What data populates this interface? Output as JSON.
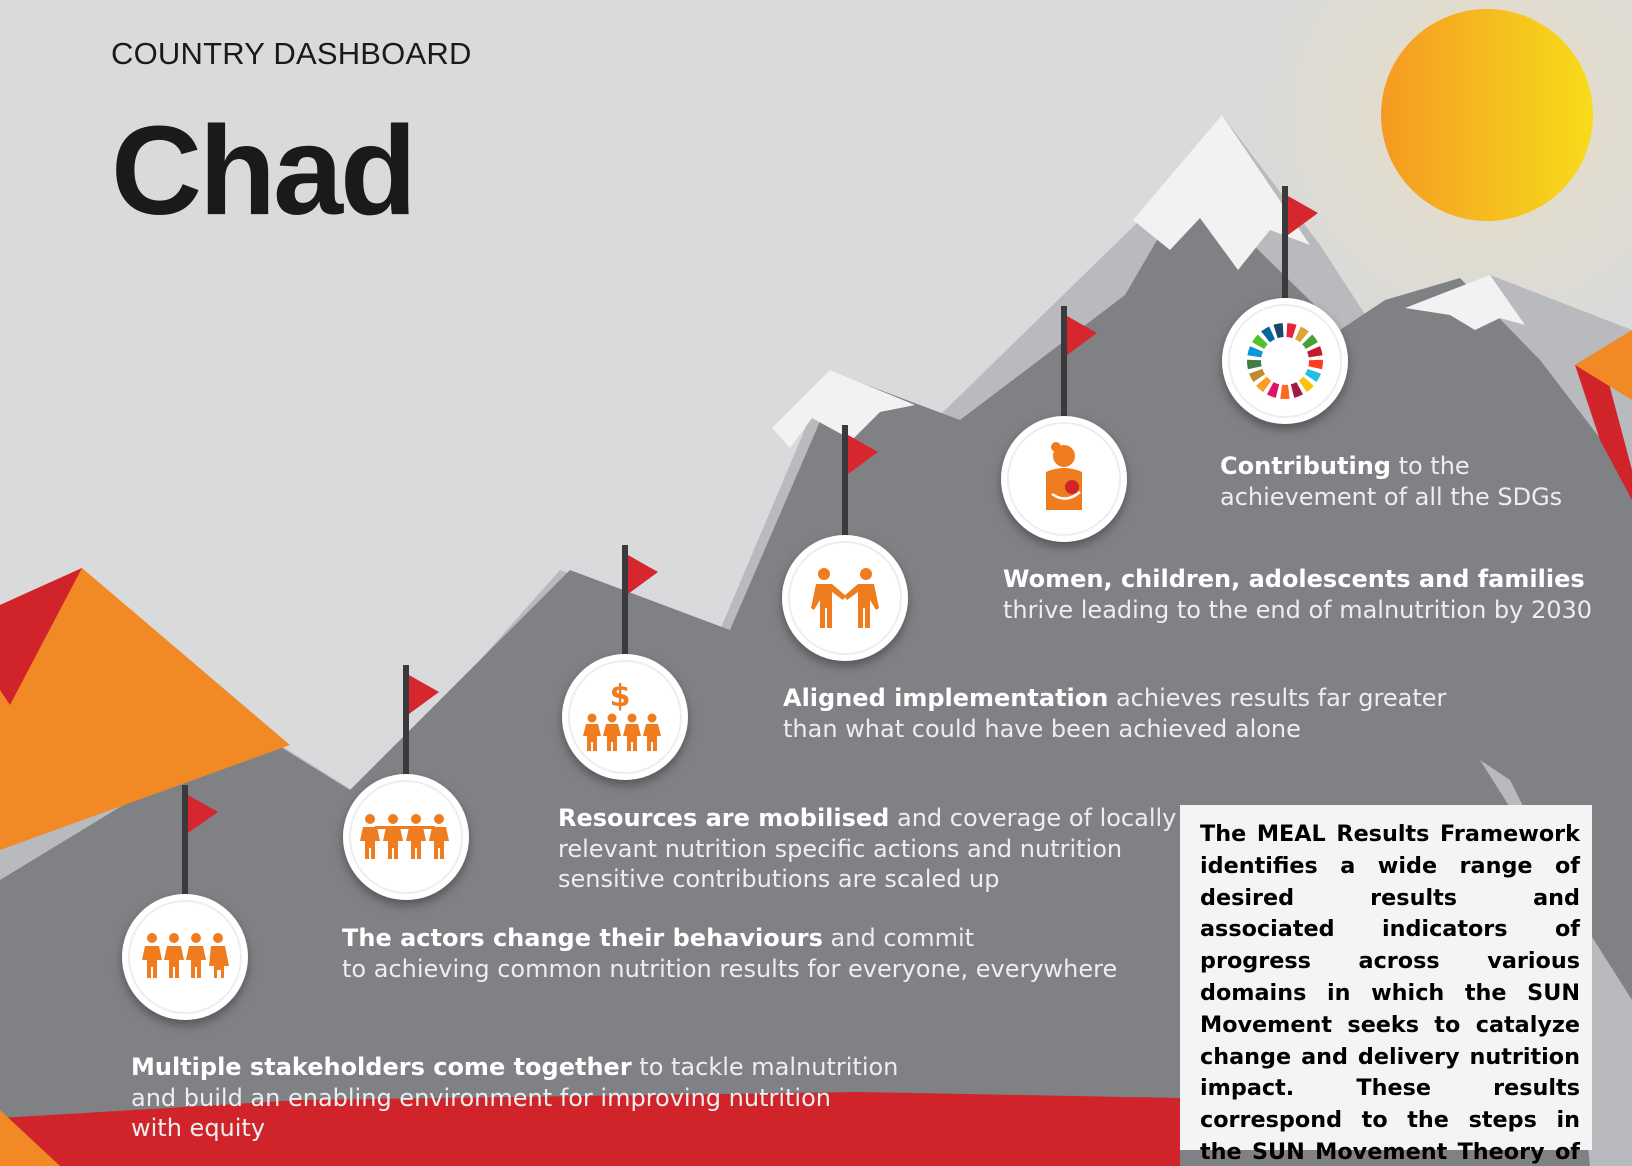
{
  "header": {
    "subtitle": "COUNTRY DASHBOARD",
    "title": "Chad"
  },
  "steps": [
    {
      "bold": "Multiple stakeholders come together",
      "line1_rest": " to tackle malnutrition",
      "line2": "and build an enabling environment for improving nutrition",
      "line3": "with equity",
      "icon": "four-people-icon"
    },
    {
      "bold": "The actors change their behaviours",
      "line1_rest": " and commit",
      "line2": "to achieving common nutrition results for everyone, everywhere",
      "icon": "people-row-icon"
    },
    {
      "bold": "Resources are mobilised",
      "line1_rest": " and coverage of locally",
      "line2": "relevant nutrition specific actions and nutrition",
      "line3": "sensitive contributions are scaled up",
      "icon": "dollar-people-icon"
    },
    {
      "bold": "Aligned implementation",
      "line1_rest": " achieves results far greater",
      "line2": "than what could have been achieved alone",
      "icon": "handshake-icon"
    },
    {
      "bold": "Women, children, adolescents and families",
      "line2": "thrive leading to the end of malnutrition by 2030",
      "icon": "mother-child-icon"
    },
    {
      "bold": "Contributing",
      "line1_rest": " to the",
      "line2": "achievement of all the SDGs",
      "icon": "sdg-wheel-icon"
    }
  ],
  "info_box": {
    "text": "The MEAL Results Framework identifies a wide range of desired results and associated indicators of progress across various domains in which the SUN Movement seeks to catalyze change and delivery nutrition impact. These results correspond to the steps in the SUN Movement Theory of Change."
  },
  "colors": {
    "background": "#d9dadc",
    "mountain_dark": "#808185",
    "mountain_light": "#b9babd",
    "snow": "#f2f2f2",
    "accent_orange": "#f18a24",
    "accent_red": "#d1232a",
    "flag_red": "#d6262e",
    "icon_orange": "#ef7d1f",
    "sun_orange": "#f59a22",
    "sun_yellow": "#f7dc1b"
  },
  "sdg_colors": [
    "#e5243b",
    "#dda63a",
    "#4c9f38",
    "#c5192d",
    "#ff3a21",
    "#26bde2",
    "#fcc30b",
    "#a21942",
    "#fd6925",
    "#dd1367",
    "#fd9d24",
    "#bf8b2e",
    "#3f7e44",
    "#0a97d9",
    "#56c02b",
    "#00689d",
    "#19486a"
  ]
}
